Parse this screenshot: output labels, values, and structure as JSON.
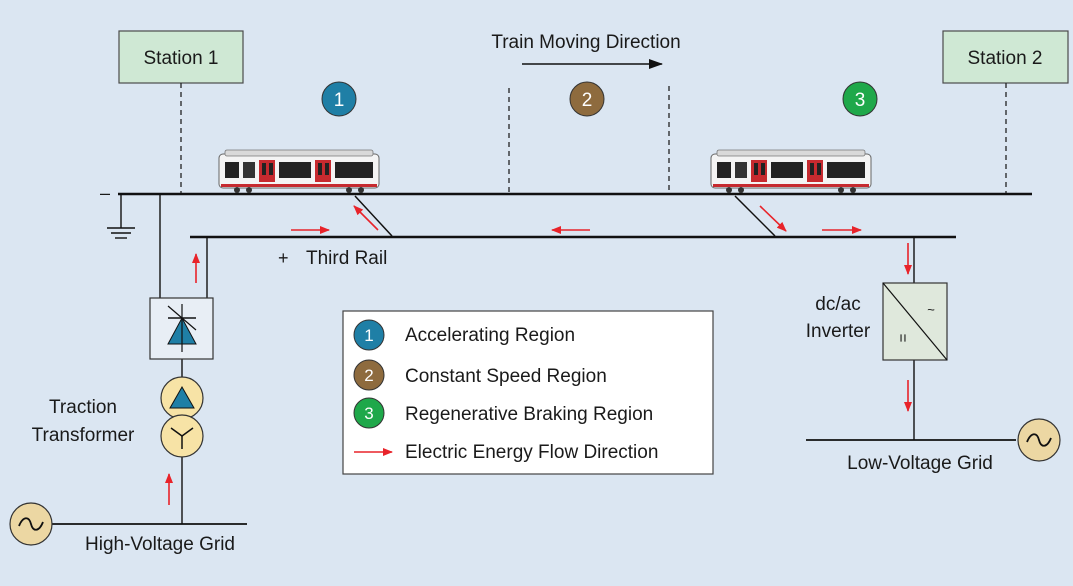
{
  "stations": [
    {
      "label": "Station 1"
    },
    {
      "label": "Station 2"
    }
  ],
  "direction_label": "Train Moving Direction",
  "regions": [
    {
      "number": "1",
      "color": "#1f7fa6"
    },
    {
      "number": "2",
      "color": "#8e6b3e"
    },
    {
      "number": "3",
      "color": "#1fa84a"
    }
  ],
  "polarity": {
    "minus": "–",
    "plus": "+"
  },
  "third_rail_label": "Third Rail",
  "inverter": {
    "label_line1": "dc/ac",
    "label_line2": "Inverter",
    "dc_symbol": "=",
    "ac_symbol": "~"
  },
  "transformer": {
    "label_line1": "Traction",
    "label_line2": "Transformer"
  },
  "grids": {
    "high_voltage": "High-Voltage Grid",
    "low_voltage": "Low-Voltage Grid"
  },
  "legend": {
    "items": [
      {
        "number": "1",
        "color": "#1f7fa6",
        "label": "Accelerating Region"
      },
      {
        "number": "2",
        "color": "#8e6b3e",
        "label": "Constant Speed Region"
      },
      {
        "number": "3",
        "color": "#1fa84a",
        "label": "Regenerative Braking Region"
      }
    ],
    "flow_label": "Electric Energy Flow Direction"
  },
  "colors": {
    "background": "#dbe6f2",
    "station_fill": "#cfe8d4",
    "arrow_red": "#e8232a",
    "transformer_fill": "#f7e3a6",
    "source_fill": "#ecd7a3"
  }
}
